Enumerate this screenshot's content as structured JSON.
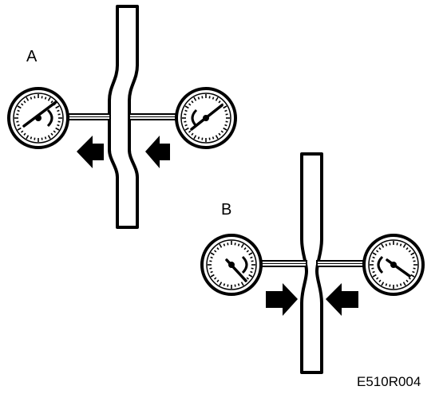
{
  "labels": {
    "panel_a": "A",
    "panel_b": "B",
    "figure_code": "E510R004"
  },
  "colors": {
    "ink": "#000000",
    "paper": "#ffffff"
  },
  "icons": {
    "gauge": "pressure-gauge-icon",
    "arrow": "block-arrow-icon"
  }
}
